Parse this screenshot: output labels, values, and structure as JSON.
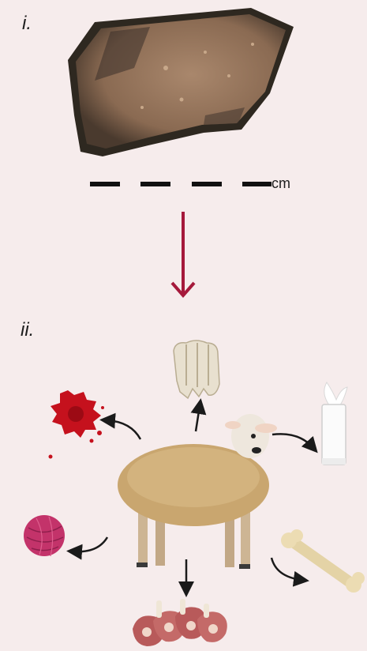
{
  "panel_i": {
    "label": "i.",
    "scale_unit": "cm"
  },
  "panel_ii": {
    "label": "ii."
  },
  "colors": {
    "background": "#f6ecec",
    "main_arrow": "#a5193b",
    "sherd": "#8a6a52",
    "sherd_edge": "#2e2820",
    "blood": "#c5111d",
    "wool": "#c3336a",
    "milk": "#fbfbfb"
  },
  "icons": [
    "pottery-sherd-icon",
    "down-arrow-icon",
    "sheep-icon",
    "blood-icon",
    "tooth-icon",
    "milk-glass-icon",
    "wool-ball-icon",
    "bone-icon",
    "meat-chops-icon"
  ]
}
